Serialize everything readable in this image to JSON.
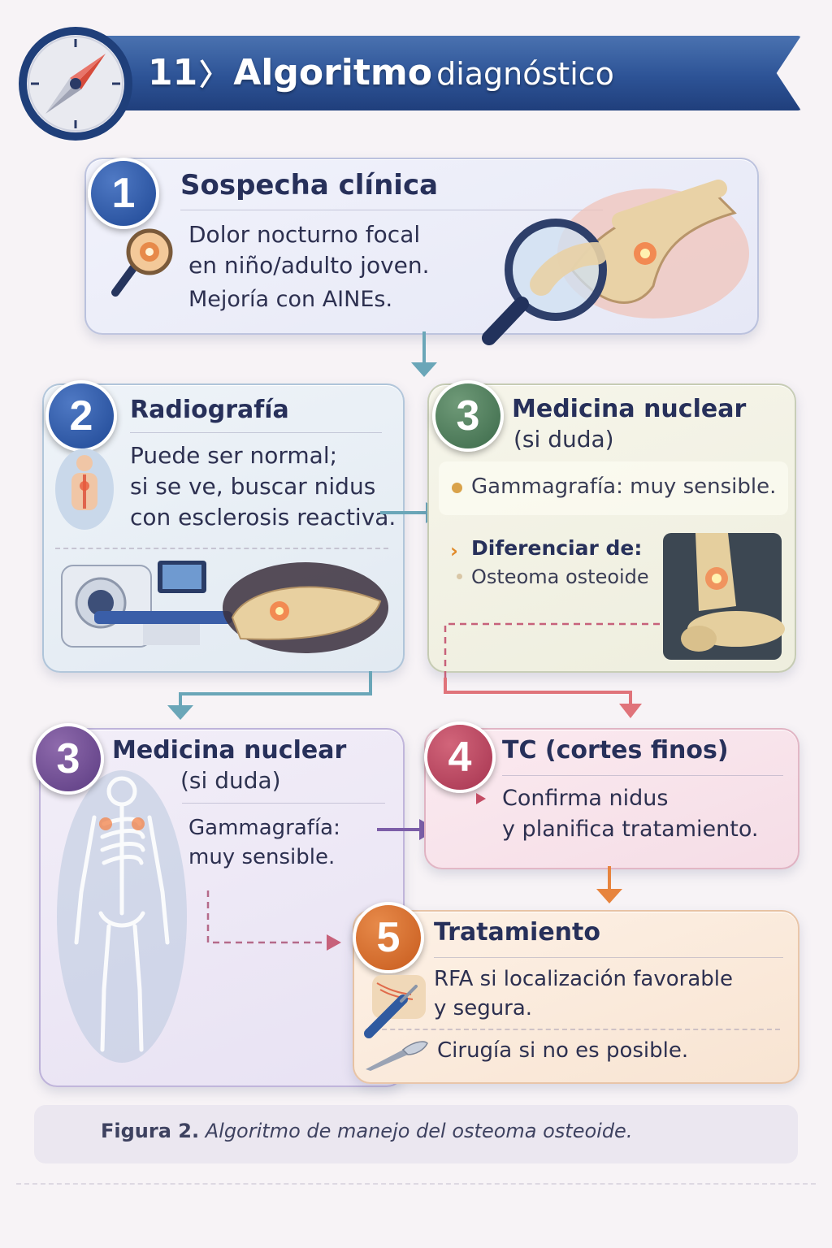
{
  "header": {
    "number": "11",
    "chevron": "〉",
    "title_bold": "Algoritmo",
    "title_light": "diagnóstico",
    "icon": "compass-icon",
    "color": "#2d5396"
  },
  "steps": [
    {
      "badge": "1",
      "title": "Sospecha clínica",
      "lines": [
        "Dolor nocturno focal",
        "en niño/adulto joven.",
        "Mejoría con AINEs."
      ],
      "icon": "magnifier-icon",
      "color": "#1f4895"
    },
    {
      "badge": "2",
      "title": "Radiografía",
      "lines": [
        "Puede ser normal;",
        "si se ve, buscar nidus",
        "con esclerosis reactiva."
      ],
      "icon": "xray-body-icon",
      "color": "#1f4895"
    },
    {
      "badge": "3",
      "title": "Medicina nuclear",
      "subtitle": "(si duda)",
      "bullet": "Gammagrafía: muy sensible.",
      "diff_title": "Diferenciar de:",
      "diff_item": "Osteoma osteoide",
      "color": "#3c6a4a"
    },
    {
      "badge": "3",
      "title": "Medicina nuclear",
      "subtitle": "(si duda)",
      "lines": [
        "Gammagrafía:",
        "muy sensible."
      ],
      "icon": "skeleton-icon",
      "color": "#5c3c82"
    },
    {
      "badge": "4",
      "title": "TC (cortes finos)",
      "lines": [
        "Confirma nidus",
        "y planifica tratamiento."
      ],
      "color": "#a63450"
    },
    {
      "badge": "5",
      "title": "Tratamiento",
      "lines": [
        "RFA si localización favorable",
        "y segura."
      ],
      "surgery": "Cirugía si no es posible.",
      "icons": [
        "rfa-probe-icon",
        "scalpel-icon"
      ],
      "color": "#c75b1d"
    }
  ],
  "caption": {
    "label": "Figura 2.",
    "text": "Algoritmo de manejo del osteoma osteoide."
  }
}
